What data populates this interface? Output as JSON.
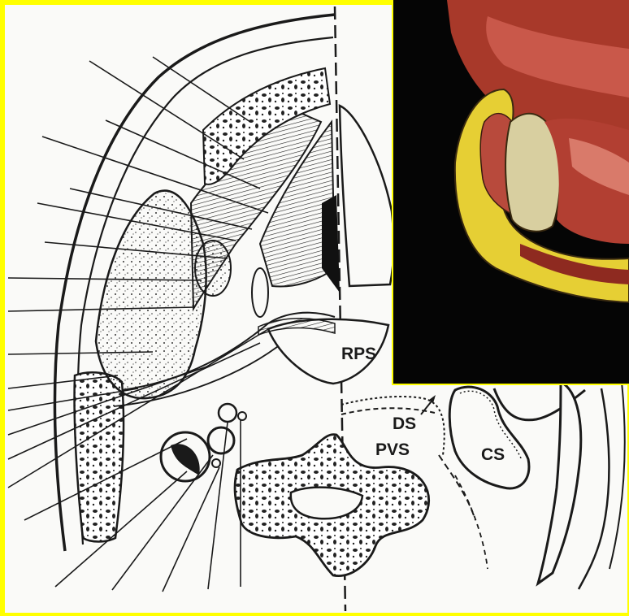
{
  "labels": {
    "rps": "RPS",
    "ds": "DS",
    "pvs": "PVS",
    "cs": "CS"
  },
  "colors": {
    "frame": "#ffff00",
    "paper": "#fafaf8",
    "ink": "#1a1a1a",
    "photo_bg": "#050505",
    "tissue_red": "#b33a2a",
    "fat_yellow": "#e8d23a",
    "bone": "#d8cfa0"
  },
  "icons": [
    "leader-line",
    "bone-stipple",
    "vessel-circle"
  ]
}
